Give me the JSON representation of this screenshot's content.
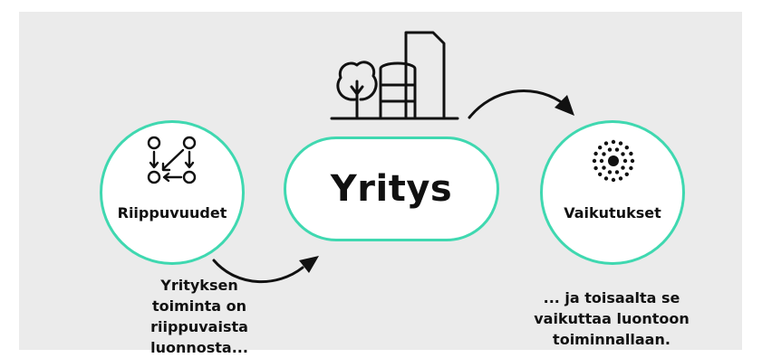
{
  "nodes": {
    "dependencies": {
      "label": "Riippuvuudet"
    },
    "company": {
      "label": "Yritys"
    },
    "impacts": {
      "label": "Vaikutukset"
    }
  },
  "captions": {
    "left": [
      "Yrityksen",
      "toiminta on",
      "riippuvaista luonnosta..."
    ],
    "right": [
      "... ja toisaalta se",
      "vaikuttaa luontoon",
      "toiminnallaan."
    ]
  },
  "colors": {
    "accent": "#3fd8b0",
    "panel": "#ebebeb",
    "ink": "#111111"
  },
  "icons": {
    "dependencies": "dependency-network-icon",
    "company": "city-buildings-tree-icon",
    "impacts": "radiating-dots-icon"
  }
}
